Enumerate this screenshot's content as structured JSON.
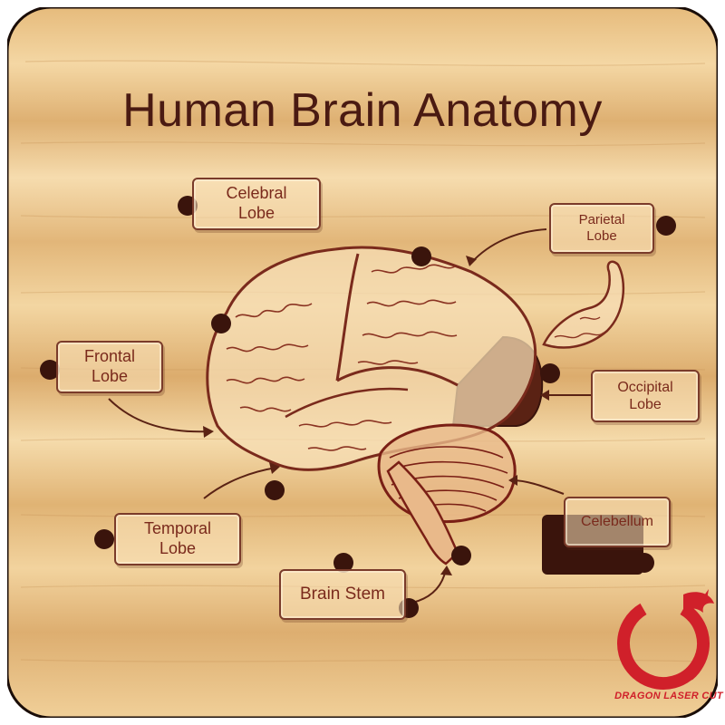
{
  "title": "Human Brain Anatomy",
  "labels": {
    "celebral": "Celebral\nLobe",
    "parietal": "Parietal\nLobe",
    "frontal": "Frontal\nLobe",
    "occipital": "Occipital\nLobe",
    "temporal": "Temporal\nLobe",
    "celebellum": "Celebellum",
    "brain_stem": "Brain Stem"
  },
  "logo": {
    "text": "DRAGON LASER CUT"
  },
  "colors": {
    "wood_light": "#f2d29c",
    "wood_dark": "#d9a866",
    "ink": "#7a2a1c",
    "logo_red": "#d0202a"
  }
}
